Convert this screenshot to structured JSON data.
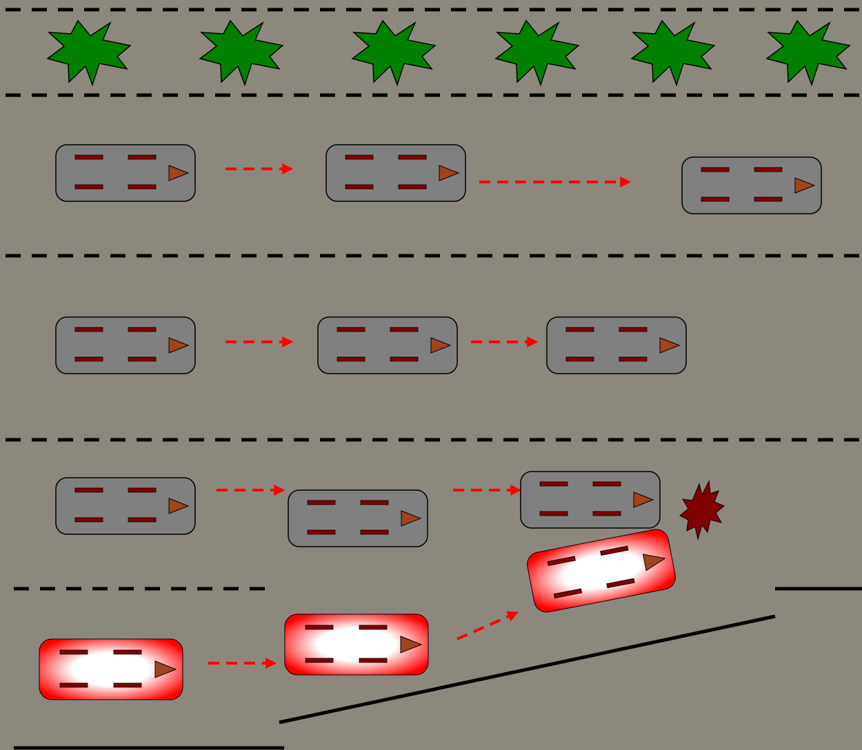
{
  "scene": {
    "background": "#8c887d",
    "lane_line_color": "#000000",
    "motion_arrow_color": "#ff0000",
    "tree_color": "#008000",
    "collision_color": "#800000"
  },
  "vehicles": {
    "regular": {
      "body_color": "#808080",
      "stripe_color": "#800000",
      "headlight_color": "#a0441e",
      "count": 9
    },
    "merging": {
      "body_color": "#ff0000",
      "glow_color": "#ffffff",
      "stripe_color": "#800000",
      "headlight_color": "#a0441e",
      "count": 3
    }
  },
  "icons": [
    "tree-icon",
    "collision-icon",
    "motion-arrow"
  ]
}
